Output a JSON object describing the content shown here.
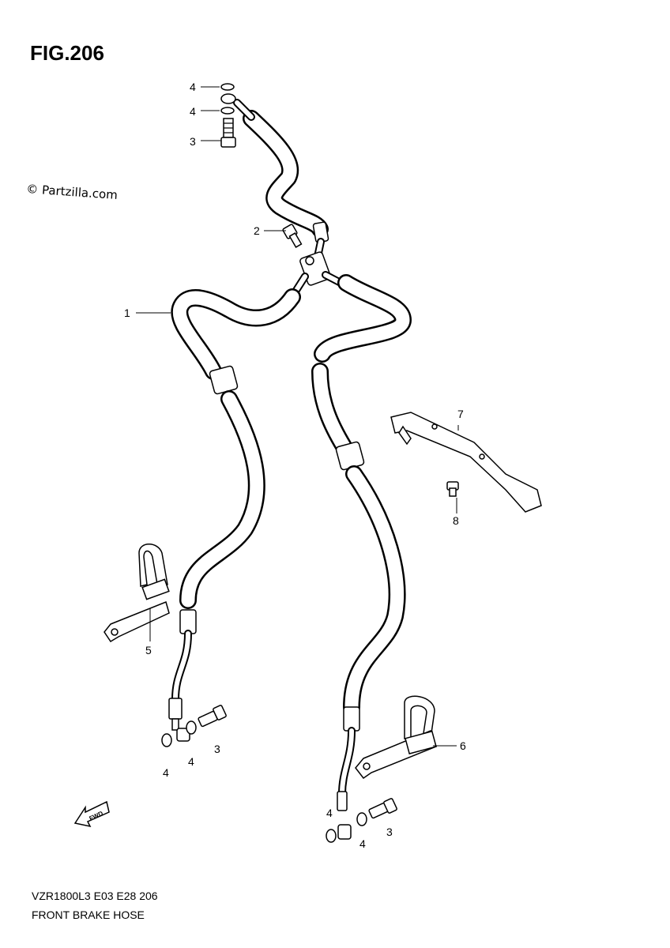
{
  "figure": {
    "title": "FIG.206",
    "watermark": "© Partzilla.com",
    "model_code": "VZR1800L3  E03  E28  206",
    "name": "FRONT BRAKE HOSE",
    "fwd_label": "FWD"
  },
  "callouts": {
    "c1": "1",
    "c2": "2",
    "c3_top": "3",
    "c4_top_a": "4",
    "c4_top_b": "4",
    "c5": "5",
    "c6": "6",
    "c7": "7",
    "c8": "8",
    "c3_left": "3",
    "c4_left_a": "4",
    "c4_left_b": "4",
    "c3_right": "3",
    "c4_right_a": "4",
    "c4_right_b": "4"
  }
}
